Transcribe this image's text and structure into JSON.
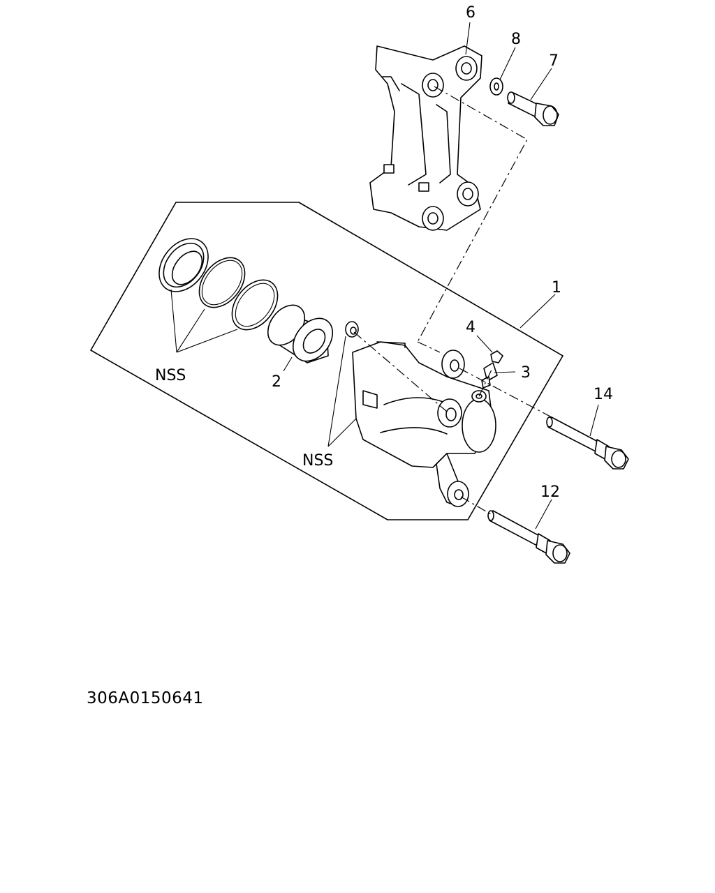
{
  "callouts": {
    "c1": "1",
    "c2": "2",
    "c3": "3",
    "c4": "4",
    "c6": "6",
    "c7": "7",
    "c8": "8",
    "c12": "12",
    "c14": "14",
    "nss_left": "NSS",
    "nss_right": "NSS"
  },
  "drawing_code": "306A0150641"
}
